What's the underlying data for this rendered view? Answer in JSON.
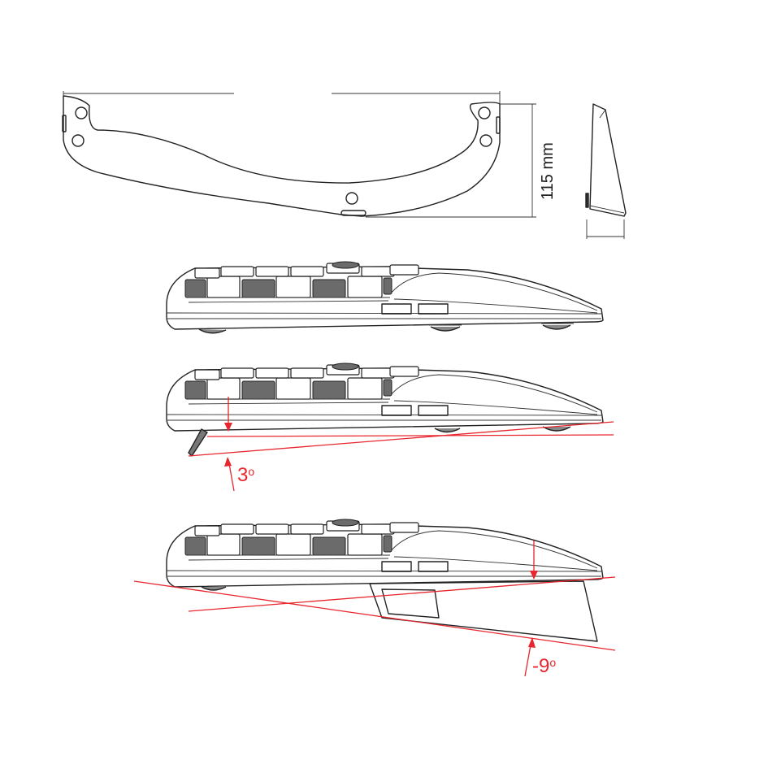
{
  "labels": {
    "height_dimension": "115 mm",
    "tilt_positive": "3",
    "tilt_negative": "-9",
    "degree_symbol": "o"
  },
  "colors": {
    "line": "#222222",
    "annotation": "#e8262d",
    "background": "#ffffff"
  }
}
